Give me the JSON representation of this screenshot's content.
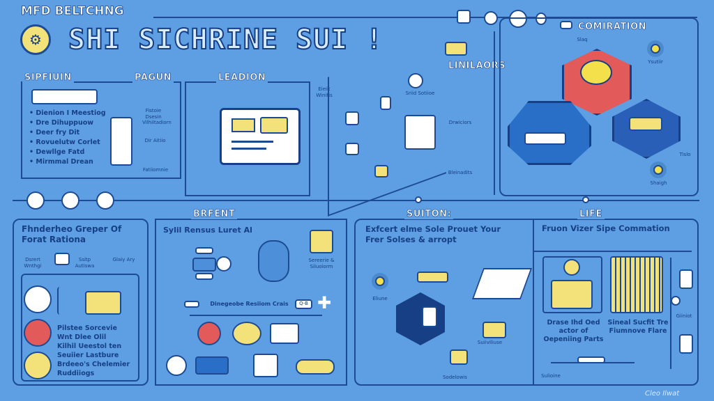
{
  "header": {
    "kicker": "MFD BELTCHNG",
    "title": "SHI SICHRINE SUI !",
    "logo_icon": "gear-badge-icon"
  },
  "top_left": {
    "label_left": "SIPFIUIN",
    "label_right": "PAGUN",
    "bullets": [
      "Dienion I Meestiog",
      "Dre Dihuppuow",
      "Deer fry Dit",
      "Rovuelutw Corlet",
      "Dewllge Fatd",
      "Mirmmal Drean"
    ],
    "captions": [
      "Fistoie Dsesin",
      "Vilhiitadiorn",
      "Dir Aitiio",
      "Fatiiomnie"
    ]
  },
  "leadion": {
    "label": "LEADION",
    "captions": [
      "Eieiit Winitis"
    ]
  },
  "linilaors": {
    "label": "LINILAORS",
    "captions": [
      "Sriid Sotiioe",
      "Drwiciors",
      "Bleinadits"
    ]
  },
  "comiration": {
    "label": "COMIRATION",
    "captions": [
      "Slaq",
      "Ysutiir",
      "Tislo",
      "Shaigh"
    ]
  },
  "bottom_left": {
    "title": "Fhnderheo Greper Of Forat Rationa",
    "captions": [
      "Dsrert Wnthgi",
      "Ssitp Autiswa",
      "Glaiy Ary"
    ],
    "text": [
      "Pilstee Sorcevie",
      "Wnt Dlee Olil",
      "Kilhil Ueestol ten",
      "Seuiier Lastbure",
      "Brdeeo's Chelemier",
      "Ruddiiogs"
    ]
  },
  "brfent": {
    "label": "BRFENT",
    "title": "Sylil Rensus Luret Al",
    "side_caption": "Sereerie & Siluoiorm",
    "row_caption": "Dinegeobe Resiiom Crais",
    "badge": "Q-B"
  },
  "suiton": {
    "label": "SUITON:",
    "title": "Exfcert elme Sole Prouet Your Frer Solses & arropt",
    "captions": [
      "Eliune",
      "Suiiviliuse",
      "Sodelowis"
    ]
  },
  "life": {
    "label": "LIFE",
    "title": "Fruon Vizer Sipe Commation",
    "card1": "Drase Ihd Oed actor of Oepeniing Parts",
    "card2": "Sineal Sucfit Tre Fiumnove Flare",
    "captions": [
      "Giiniot",
      "Sulioine"
    ]
  },
  "watermark": "Cleo Ilwat",
  "colors": {
    "background": "#5d9fe2",
    "line": "#1d4b93",
    "accent_yellow": "#f3e27a",
    "accent_red": "#e25a5a"
  }
}
